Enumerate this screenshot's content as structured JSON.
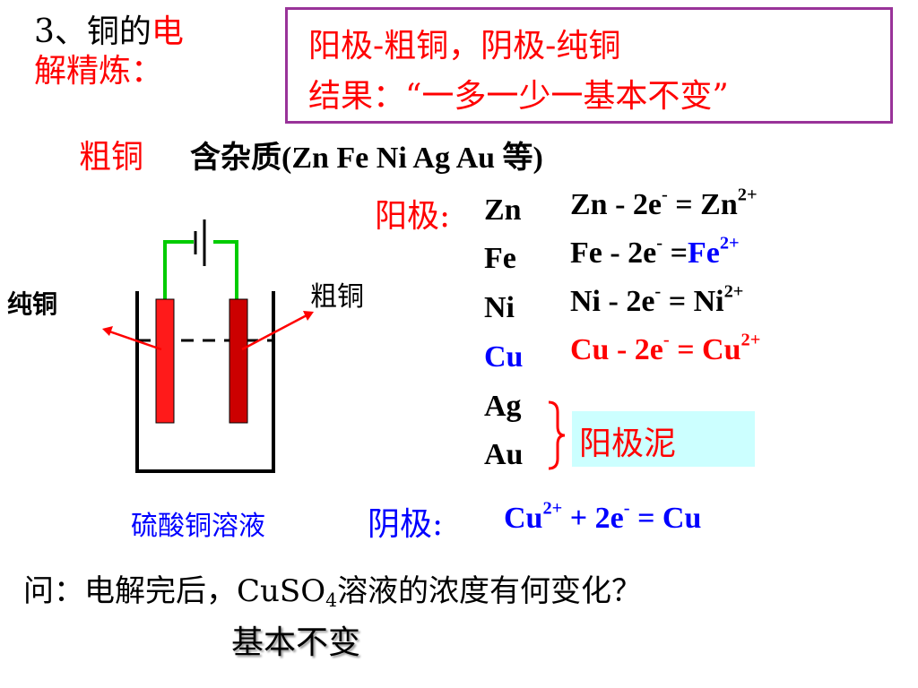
{
  "title": {
    "prefix": "3、铜的",
    "highlight": "电",
    "line2": "解精炼："
  },
  "summary_box": {
    "line1": "阳极-粗铜，阴极-纯铜",
    "line2": "结果：“一多一少一基本不变”"
  },
  "impurity": {
    "label": "粗铜",
    "text": "含杂质(Zn    Fe  Ni   Ag  Au 等)"
  },
  "anode": {
    "label": "阳极:",
    "metals": [
      {
        "name": "Zn",
        "color": "#000000"
      },
      {
        "name": "Fe",
        "color": "#000000"
      },
      {
        "name": "Ni",
        "color": "#000000"
      },
      {
        "name": "Cu",
        "color": "#0000ff"
      },
      {
        "name": "Ag",
        "color": "#000000"
      },
      {
        "name": "Au",
        "color": "#000000"
      }
    ],
    "equations": [
      {
        "lhs": "Zn - 2e",
        "mid": " = Zn",
        "charge": "2+"
      },
      {
        "lhs": "Fe - 2e",
        "mid": " =",
        "rhs": "Fe",
        "charge": "2+"
      },
      {
        "lhs": "Ni - 2e",
        "mid": " = Ni",
        "charge": "2+"
      },
      {
        "lhs": "Cu - 2e",
        "mid": " = Cu",
        "charge": "2+"
      }
    ],
    "sludge": "阳极泥"
  },
  "cathode": {
    "label": "阴极:",
    "eq_a": "Cu",
    "eq_a_charge": "2+",
    "eq_b": " + 2e",
    "eq_c": " =  Cu"
  },
  "apparatus": {
    "pure_copper": "纯铜",
    "crude_copper": "粗铜",
    "solution": "硫酸铜溶液"
  },
  "question": {
    "part1": "问：电解完后，CuSO",
    "sub": "4",
    "part2": "溶液的浓度有何变化？",
    "answer": "基本不变"
  },
  "colors": {
    "red": "#ff0000",
    "blue": "#0000ff",
    "box_border": "#993399",
    "sludge_bg": "#ccffff",
    "wire": "#00cc00",
    "electrode_left": "#ff1a1a",
    "electrode_right": "#cc0000"
  }
}
